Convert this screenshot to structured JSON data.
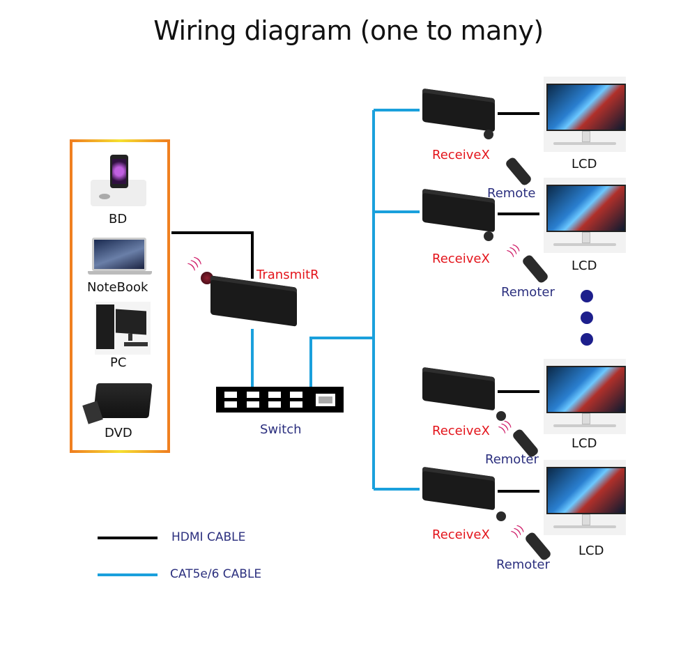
{
  "title": "Wiring diagram (one to many)",
  "sources": [
    {
      "label": "BD",
      "icon": "bd-player-dock-icon"
    },
    {
      "label": "NoteBook",
      "icon": "laptop-icon"
    },
    {
      "label": "PC",
      "icon": "desktop-pc-icon"
    },
    {
      "label": "DVD",
      "icon": "dvd-player-icon"
    }
  ],
  "transmitter": {
    "label": "TransmitR"
  },
  "switch": {
    "label": "Switch"
  },
  "receivers": [
    {
      "label": "ReceiveX",
      "remote": "Remote",
      "display": "LCD"
    },
    {
      "label": "ReceiveX",
      "remote": "Remoter",
      "display": "LCD"
    },
    {
      "label": "ReceiveX",
      "remote": "Remoter",
      "display": "LCD"
    },
    {
      "label": "ReceiveX",
      "remote": "Remoter",
      "display": "LCD"
    }
  ],
  "ellipsis_dots": 3,
  "legend": [
    {
      "label": "HDMI CABLE",
      "color": "#000000"
    },
    {
      "label": "CAT5e/6 CABLE",
      "color": "#1aa0dc"
    }
  ],
  "colors": {
    "hdmi": "#000000",
    "cat": "#1aa0dc",
    "source_box_border": "#f08020",
    "device_label": "#e3141b",
    "remote_label": "#2b2f7e",
    "dot": "#1d1f8c"
  }
}
